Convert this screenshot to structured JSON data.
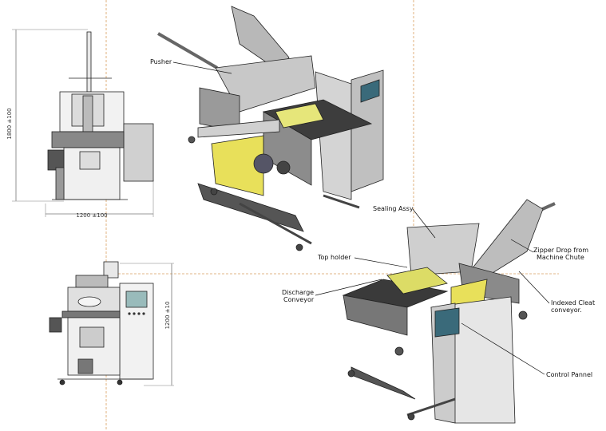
{
  "dimensions": {
    "front_height": "1800 ±100",
    "front_width": "1200 ±100",
    "side_height": "1200 ±10"
  },
  "labels": {
    "pusher": "Pusher",
    "sealing": "Sealing Assy",
    "top_holder": "Top holder",
    "discharge_1": "Discharge",
    "discharge_2": "Conveyor",
    "zipper_1": "Zipper Drop from",
    "zipper_2": "Machine Chute",
    "cleat_1": "Indexed Cleat",
    "cleat_2": "conveyor.",
    "control": "Control Pannel"
  }
}
